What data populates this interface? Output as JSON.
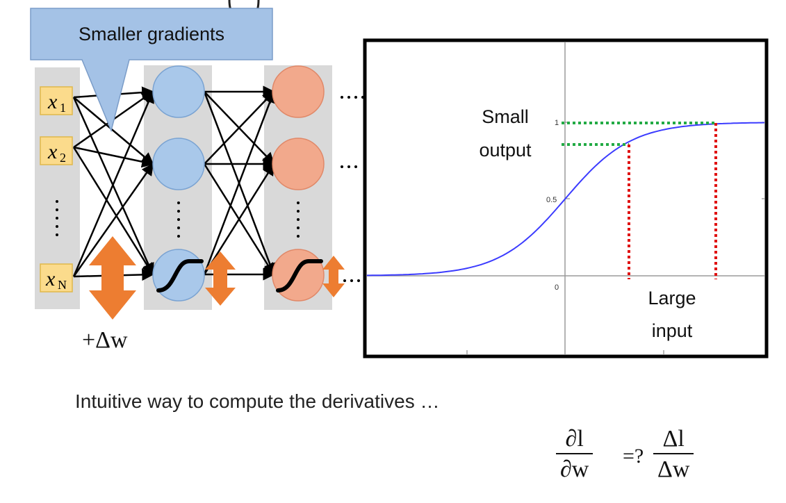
{
  "callout": {
    "label": "Smaller gradients",
    "fill": "#a4c2e6",
    "stroke": "#7a9cc8"
  },
  "network": {
    "input_labels": [
      {
        "main": "x",
        "sub": "1"
      },
      {
        "main": "x",
        "sub": "2"
      },
      {
        "main": "x",
        "sub": "N"
      }
    ],
    "input_fill": "#fbdb8c",
    "hidden1_fill": "#a9c8ea",
    "hidden2_fill": "#f2a98c",
    "column_fill": "#d9d9d9",
    "arrow_fill": "#ed7d31",
    "delta_label": "+Δw"
  },
  "plot": {
    "curve_color": "#3b3bff",
    "tick_labels": {
      "y_one": "1",
      "y_half": "0.5",
      "x_zero": "0"
    },
    "small_output_label": [
      "Small",
      "output"
    ],
    "large_input_label": [
      "Large",
      "input"
    ],
    "green_dotted": "#22aa44",
    "red_dotted": "#e01010"
  },
  "caption": "Intuitive way to compute the derivatives …",
  "formula": {
    "lhs_num": "∂l",
    "lhs_den": "∂w",
    "relation": "=?",
    "rhs_num": "Δl",
    "rhs_den": "Δw"
  }
}
